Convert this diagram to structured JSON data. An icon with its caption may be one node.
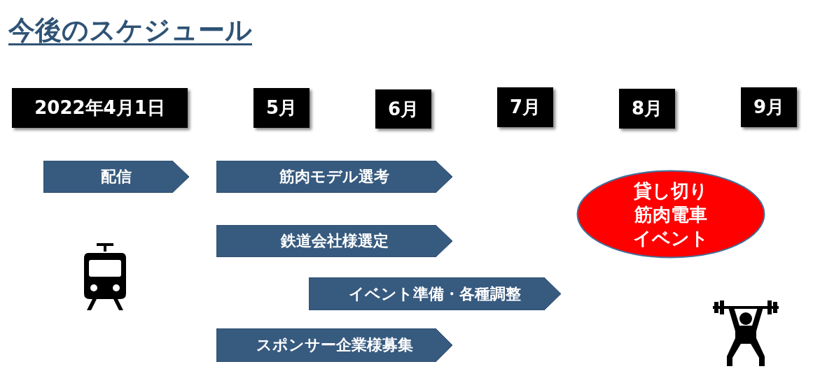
{
  "diagram": {
    "title": "今後のスケジュール",
    "nodes": [
      {
        "text": [
          "2022年4月1日"
        ]
      },
      {
        "text": [
          "5月"
        ]
      },
      {
        "text": [
          "6月"
        ]
      },
      {
        "text": [
          "7月"
        ]
      },
      {
        "text": [
          "8月"
        ]
      },
      {
        "text": [
          "9月"
        ]
      },
      {
        "text": [
          "配信"
        ]
      },
      {
        "text": [
          "筋肉モデル選考"
        ]
      },
      {
        "text": [
          "鉄道会社様選定"
        ]
      },
      {
        "text": [
          "イベント準備・各種調整"
        ]
      },
      {
        "text": [
          "スポンサー企業様募集"
        ]
      },
      {
        "text": [
          "貸し切り筋肉電車イベント"
        ]
      }
    ],
    "edges": []
  }
}
